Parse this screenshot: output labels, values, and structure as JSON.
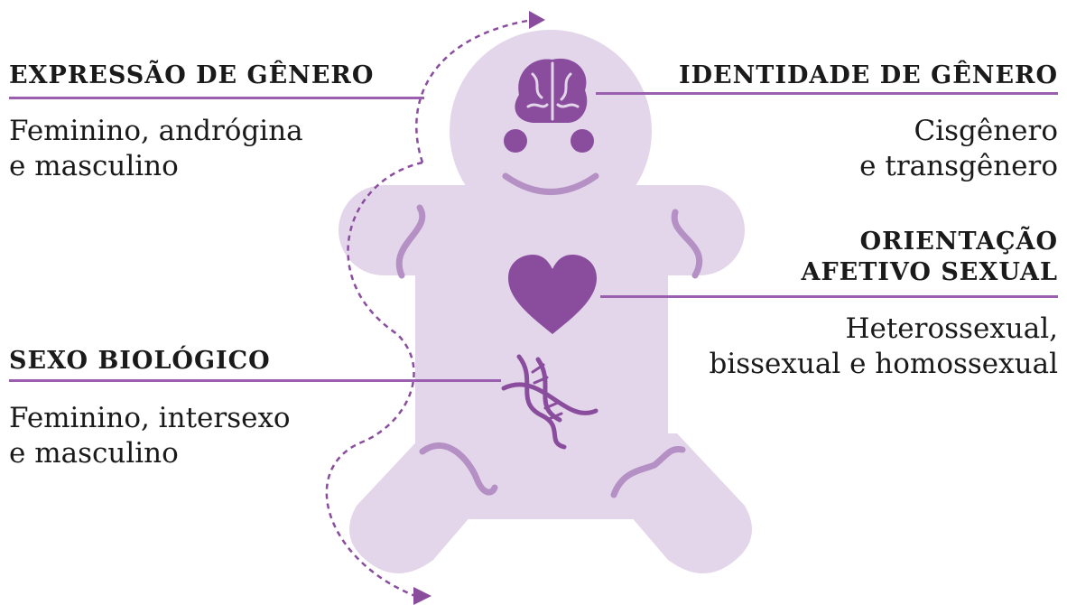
{
  "colors": {
    "body": "#e3d6ea",
    "accent": "#8a4d9e",
    "accent_light": "#b490c4",
    "line": "#9a5fae"
  },
  "labels": {
    "expressao": {
      "title": "EXPRESSÃO DE GÊNERO",
      "line1": "Feminino, andrógina",
      "line2": "e masculino"
    },
    "identidade": {
      "title": "IDENTIDADE DE GÊNERO",
      "line1": "Cisgênero",
      "line2": "e transgênero"
    },
    "orientacao": {
      "title1": "ORIENTAÇÃO",
      "title2": "AFETIVO SEXUAL",
      "line1": "Heterossexual,",
      "line2": "bissexual e homossexual"
    },
    "sexo": {
      "title": "SEXO BIOLÓGICO",
      "line1": "Feminino, intersexo",
      "line2": "e masculino"
    }
  },
  "icons": [
    "brain-icon",
    "heart-icon",
    "dna-icon",
    "dashed-arrow-icon"
  ]
}
